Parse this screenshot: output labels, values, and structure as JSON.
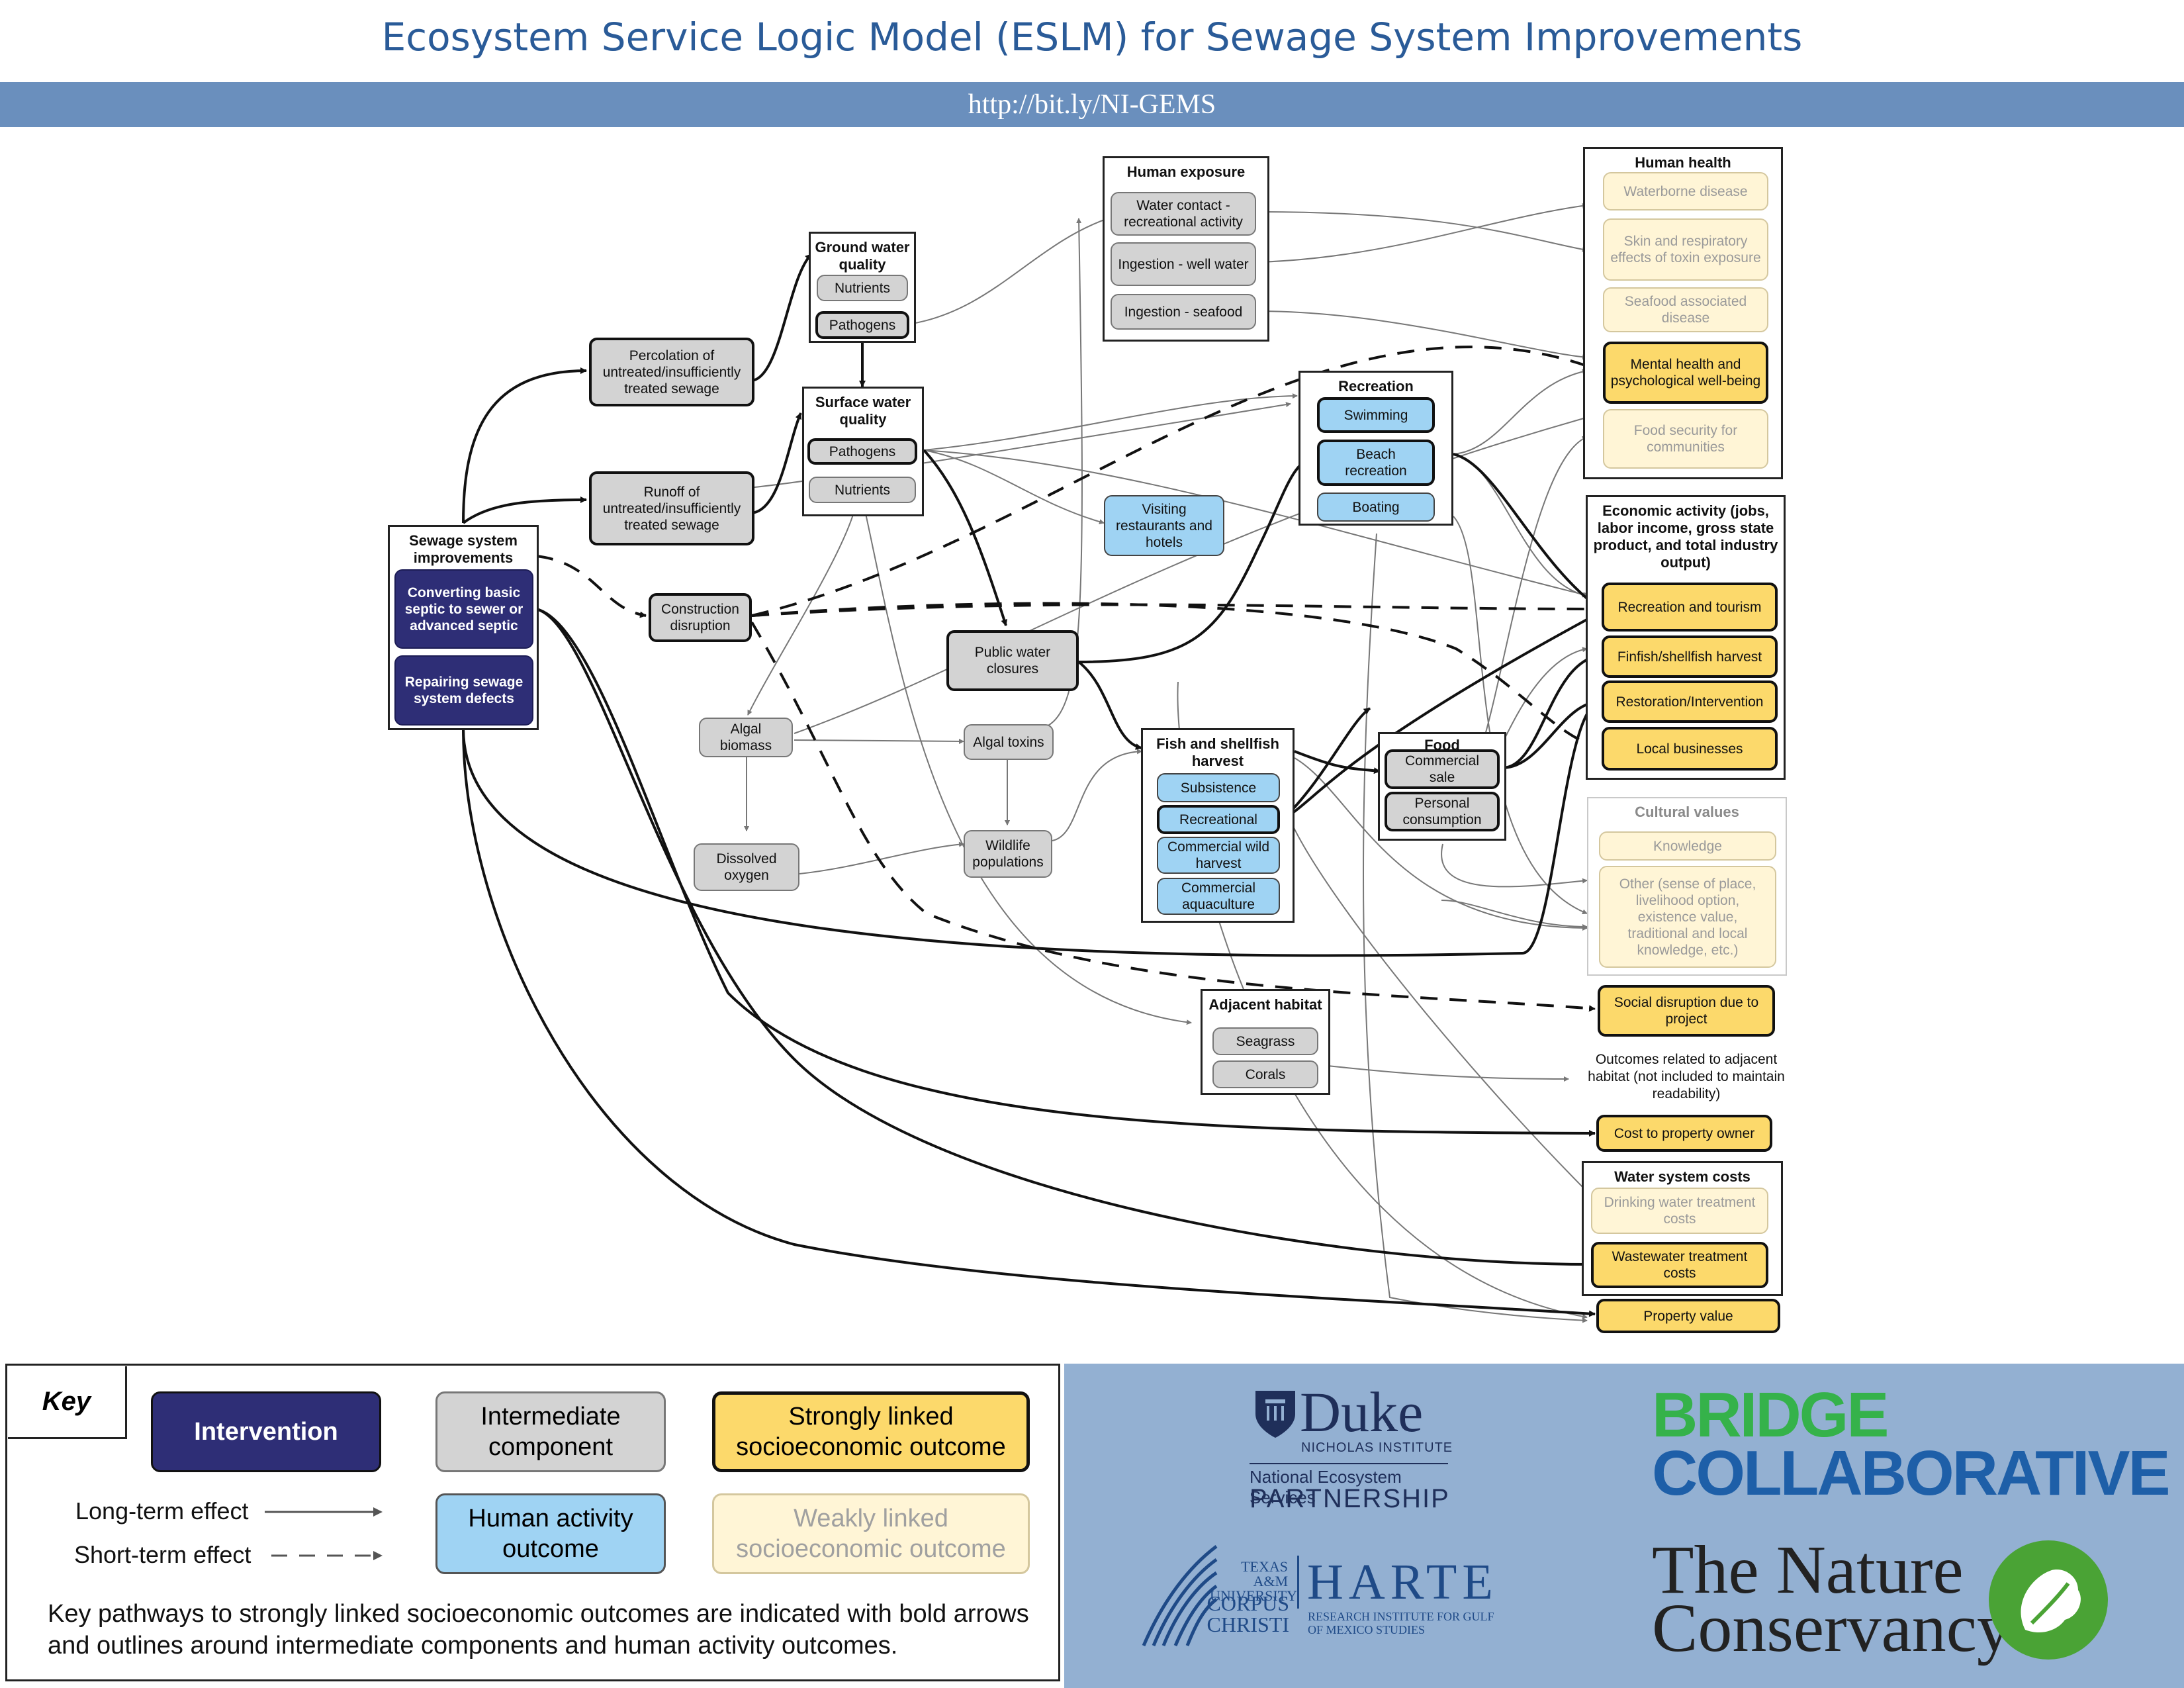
{
  "header": {
    "title": "Ecosystem Service Logic Model (ESLM) for Sewage System Improvements",
    "url": "http://bit.ly/NI-GEMS"
  },
  "groups": {
    "intervention": "Sewage system improvements",
    "ground_water": "Ground water quality",
    "surface_water": "Surface water quality",
    "human_exposure": "Human exposure",
    "recreation": "Recreation",
    "fish_harvest": "Fish and shellfish harvest",
    "food": "Food",
    "adjacent_habitat": "Adjacent habitat",
    "human_health": "Human health",
    "economic_activity": "Economic activity (jobs, labor income, gross state product, and total industry output)",
    "cultural_values": "Cultural values",
    "water_system_costs": "Water system costs"
  },
  "nodes": {
    "converting_septic": "Converting basic septic to sewer or advanced septic",
    "repairing_defects": "Repairing sewage system defects",
    "percolation": "Percolation of untreated/insufficiently treated sewage",
    "runoff": "Runoff of untreated/insufficiently treated sewage",
    "construction": "Construction disruption",
    "gw_nutrients": "Nutrients",
    "gw_pathogens": "Pathogens",
    "sw_pathogens": "Pathogens",
    "sw_nutrients": "Nutrients",
    "algal_biomass": "Algal biomass",
    "dissolved_oxygen": "Dissolved oxygen",
    "algal_toxins": "Algal toxins",
    "wildlife": "Wildlife populations",
    "public_closures": "Public water closures",
    "visiting": "Visiting restaurants and hotels",
    "water_contact": "Water contact - recreational activity",
    "ingestion_well": "Ingestion - well water",
    "ingestion_seafood": "Ingestion - seafood",
    "swimming": "Swimming",
    "beach": "Beach recreation",
    "boating": "Boating",
    "subsistence": "Subsistence",
    "recreational": "Recreational",
    "commercial_wild": "Commercial wild harvest",
    "commercial_aqua": "Commercial aquaculture",
    "commercial_sale": "Commercial sale",
    "personal_consumption": "Personal consumption",
    "seagrass": "Seagrass",
    "corals": "Corals",
    "waterborne": "Waterborne disease",
    "skin_resp": "Skin and respiratory effects of toxin exposure",
    "seafood_disease": "Seafood associated disease",
    "mental_health": "Mental health and psychological well-being",
    "food_security": "Food security for communities",
    "rec_tourism": "Recreation and tourism",
    "finfish": "Finfish/shellfish harvest",
    "restoration": "Restoration/Intervention",
    "local_business": "Local businesses",
    "knowledge": "Knowledge",
    "other_cultural": "Other (sense of place, livelihood option, existence value, traditional and local knowledge, etc.)",
    "social_disruption": "Social disruption due to project",
    "adjacent_note": "Outcomes related to adjacent habitat (not included to maintain readability)",
    "cost_owner": "Cost to property owner",
    "drinking_water": "Drinking water treatment costs",
    "wastewater": "Wastewater treatment costs",
    "property_value": "Property value"
  },
  "key": {
    "title": "Key",
    "intervention": "Intervention",
    "intermediate": "Intermediate component",
    "strong": "Strongly linked socioeconomic outcome",
    "human_activity": "Human activity outcome",
    "weak": "Weakly linked socioeconomic outcome",
    "long_term": "Long-term effect",
    "short_term": "Short-term effect",
    "note": "Key pathways to strongly linked socioeconomic outcomes are indicated with bold arrows and outlines around intermediate components and human activity outcomes."
  },
  "logos": {
    "duke": "Duke",
    "duke_sub": "NICHOLAS INSTITUTE",
    "nesp_1": "National Ecosystem Services",
    "nesp_2": "PARTNERSHIP",
    "tamucc_1": "TEXAS A&M UNIVERSITY",
    "tamucc_2": "CORPUS CHRISTI",
    "harte": "HARTE",
    "harte_sub": "RESEARCH INSTITUTE FOR GULF OF MEXICO STUDIES",
    "bridge_1": "BRIDGE",
    "bridge_2": "COLLABORATIVE",
    "tnc_1": "The Nature",
    "tnc_2": "Conservancy"
  },
  "colors": {
    "intervention": "#2e2e76",
    "intermediate": "#d3d3d3",
    "human_activity": "#9fd3f3",
    "strong": "#fcd96b",
    "weak": "#fff5d6",
    "title": "#2a5b98",
    "url_bar": "#6a8fbd",
    "logo_panel": "#93b0d2"
  }
}
